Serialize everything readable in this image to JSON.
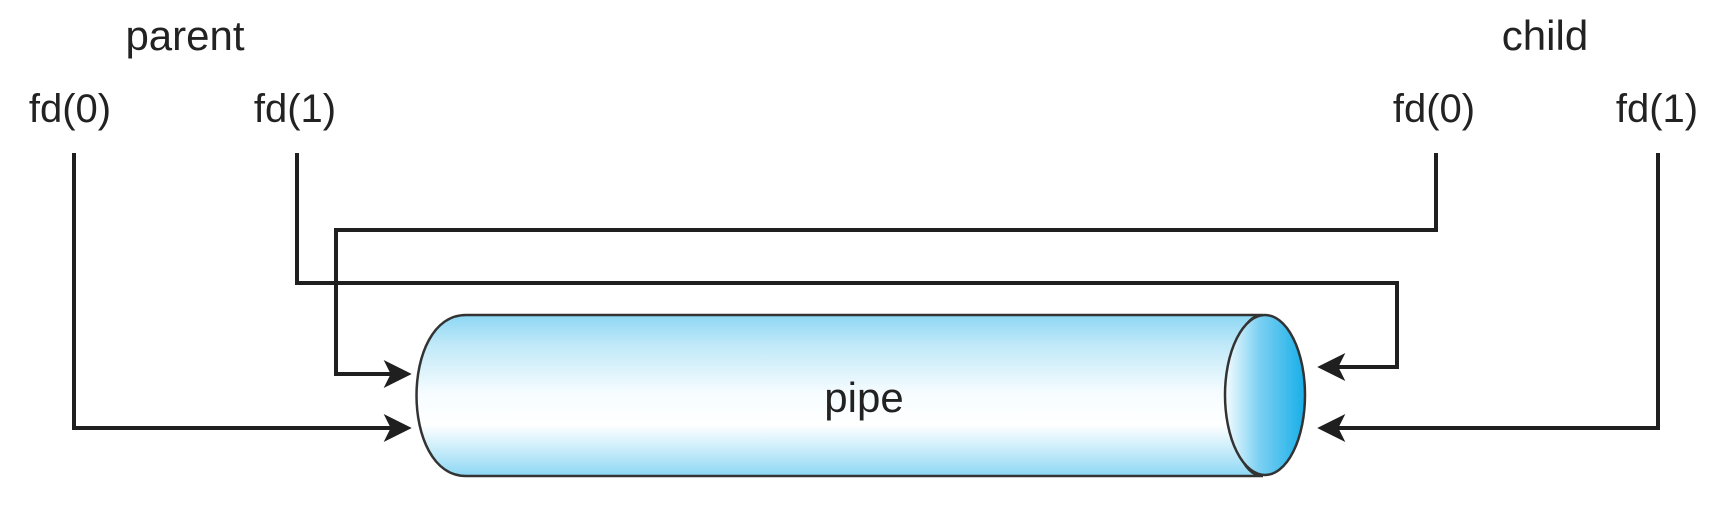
{
  "diagram": {
    "parent": {
      "title": "parent",
      "read_fd": "fd(0)",
      "write_fd": "fd(1)"
    },
    "child": {
      "title": "child",
      "read_fd": "fd(0)",
      "write_fd": "fd(1)"
    },
    "pipe": {
      "label": "pipe"
    },
    "colors": {
      "line": "#1f1f1f",
      "pipe_light": "#f8fdff",
      "pipe_mid": "#bfe8f8",
      "pipe_dark": "#5fc7ef",
      "pipe_end": "#23b3ea"
    }
  }
}
